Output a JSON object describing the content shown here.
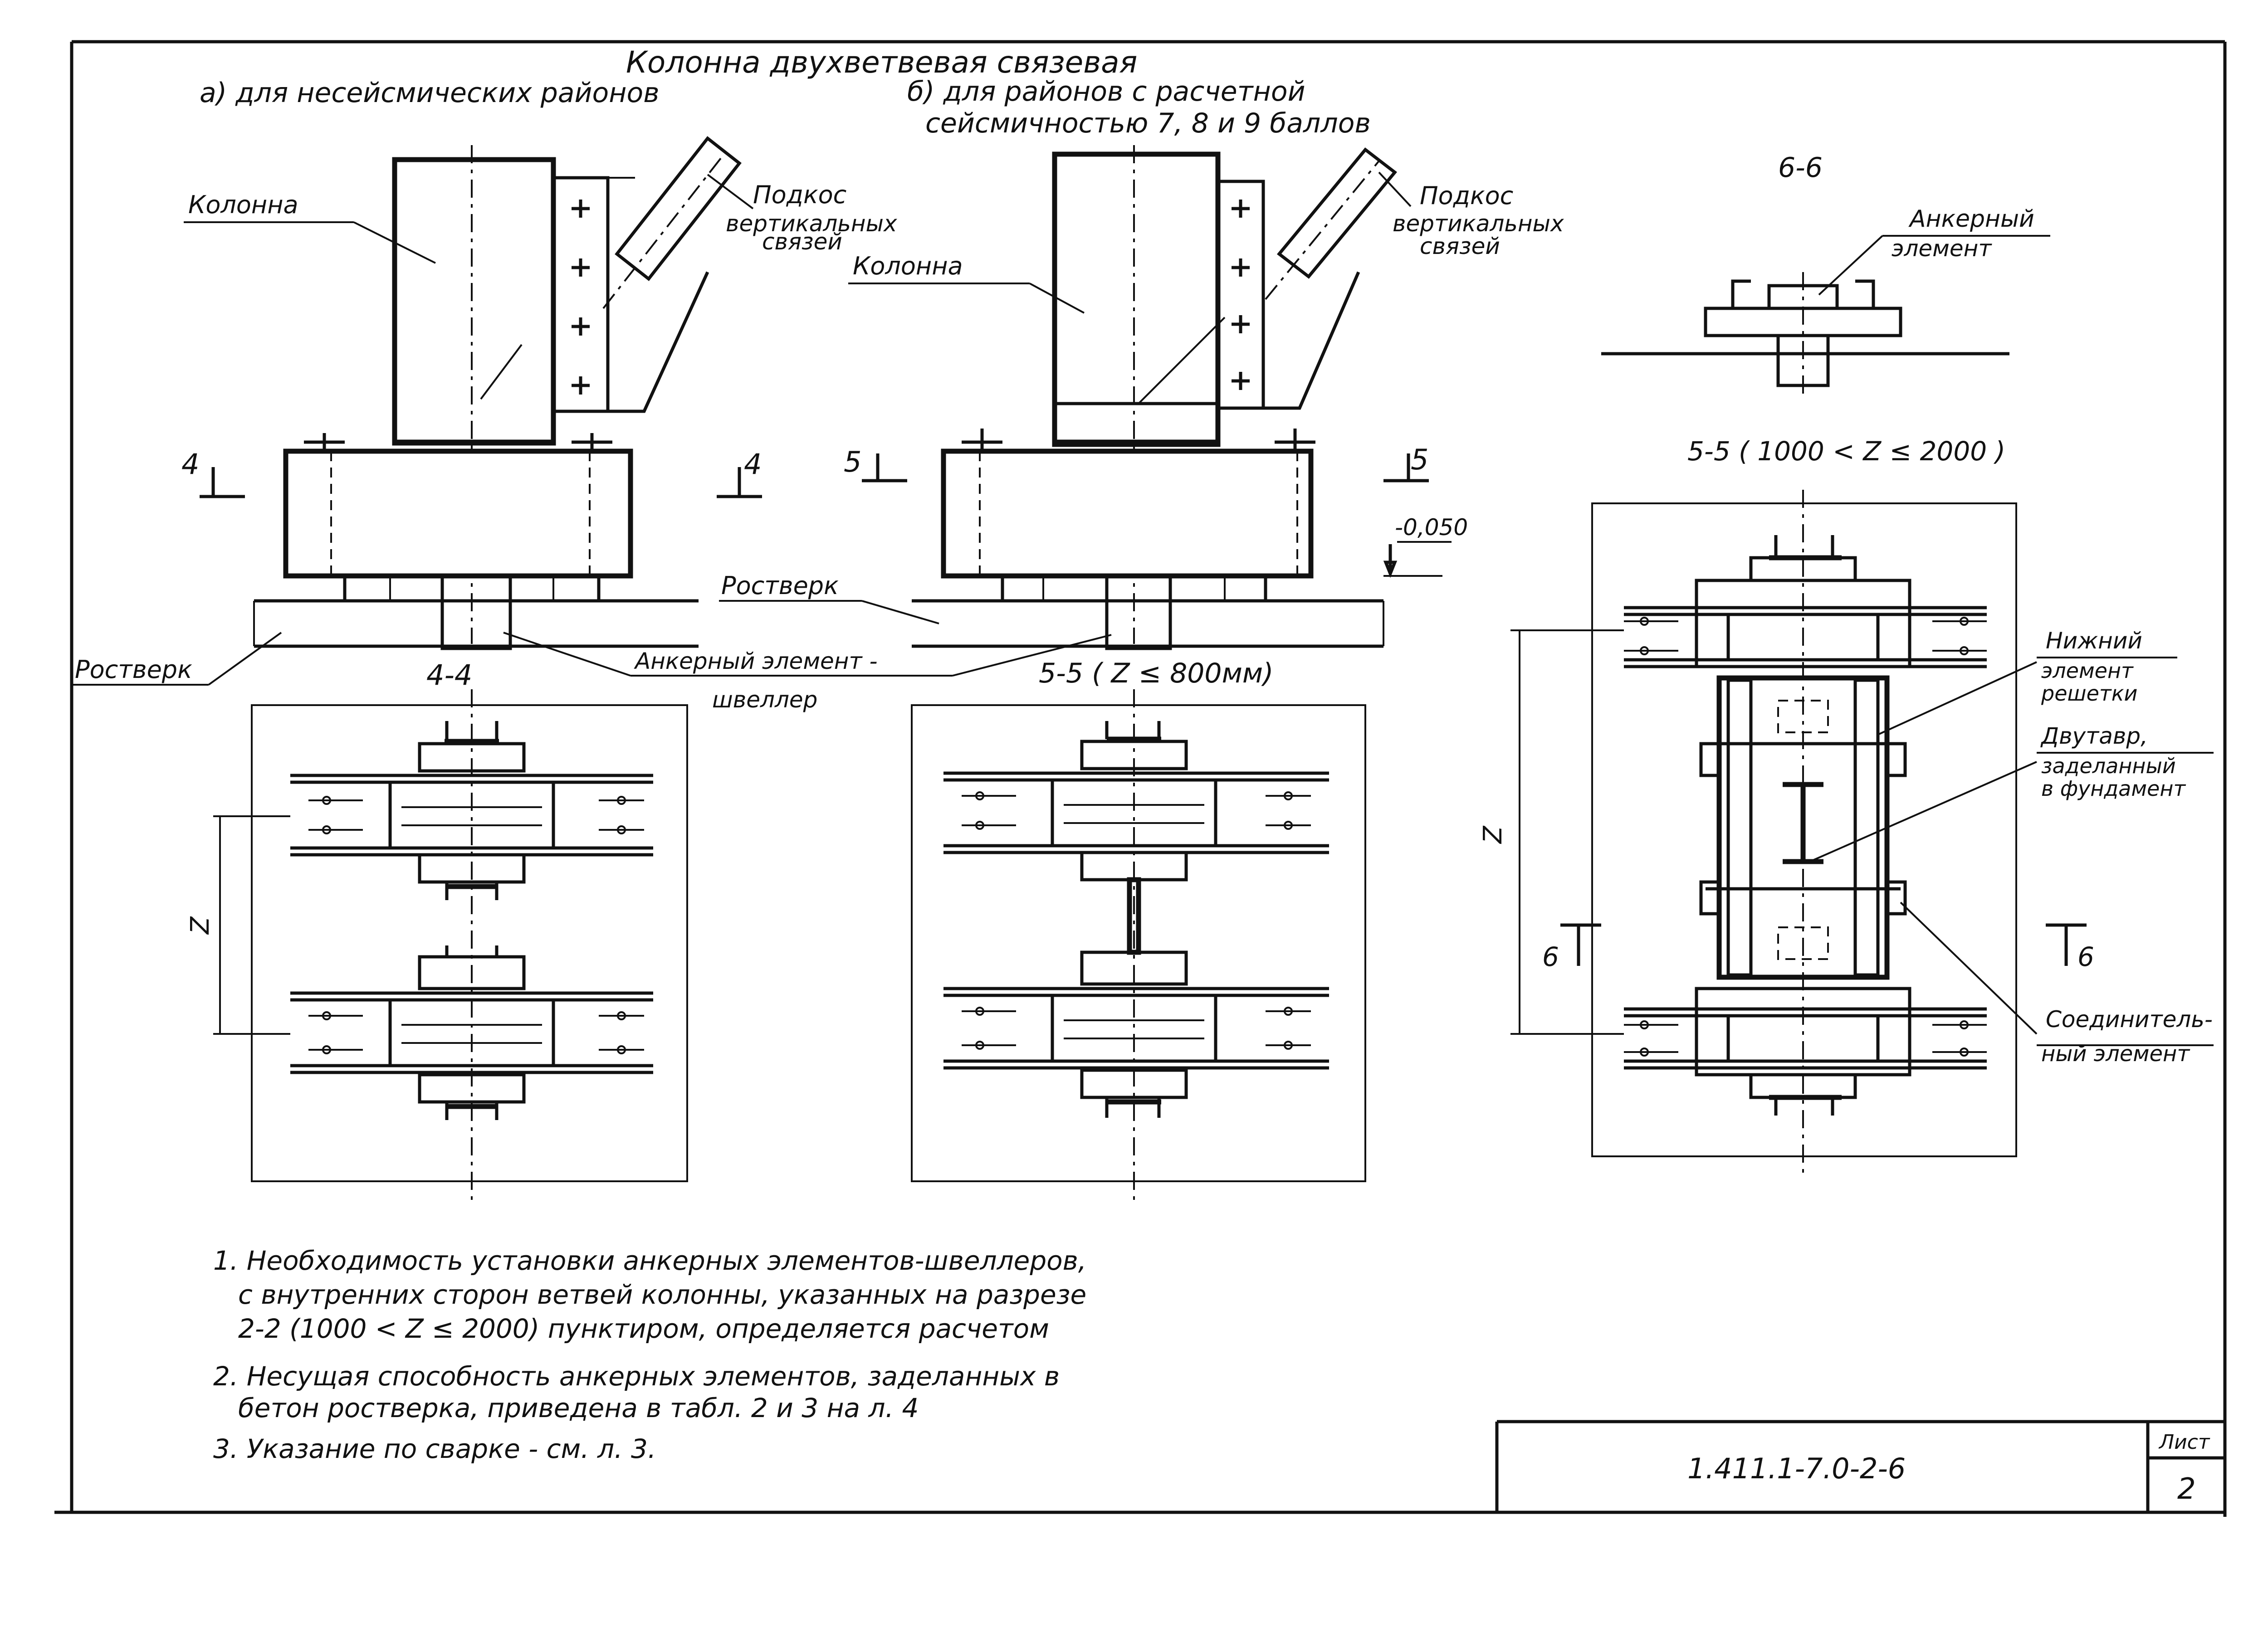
{
  "header": {
    "title": "Колонна двухветвевая связевая",
    "variant_a": "а) для несейсмических районов",
    "variant_b_line1": "б) для районов с расчетной",
    "variant_b_line2": "сейсмичностью 7, 8 и 9 баллов"
  },
  "labels": {
    "column": "Колонна",
    "brace": "Подкос",
    "brace_sub1": "вертикальных",
    "brace_sub2": "связей",
    "column_b": "Колонна",
    "brace_b": "Подкос",
    "brace_b_sub1": "вертикальных",
    "brace_b_sub2": "связей",
    "grillage_a": "Ростверк",
    "grillage_b": "Ростверк",
    "anchor_line1": "Анкерный элемент -",
    "anchor_line2": "швеллер",
    "elevation": "-0,050",
    "anchor_element_line1": "Анкерный",
    "anchor_element_line2": "элемент",
    "lower_lattice_line1": "Нижний",
    "lower_lattice_line2": "элемент",
    "lower_lattice_line3": "решетки",
    "ibeam_line1": "Двутавр,",
    "ibeam_line2": "заделанный",
    "ibeam_line3": "в фундамент",
    "connector_line1": "Соединитель-",
    "connector_line2": "ный элемент"
  },
  "sections": {
    "cut_4": "4",
    "cut_5": "5",
    "cut_6": "6",
    "section_4_4": "4-4",
    "section_5_5_small": "5-5 ( Z ≤ 800мм)",
    "section_5_5_large": "5-5 ( 1000 < Z ≤ 2000 )",
    "section_6_6": "6-6",
    "dim_z": "Z"
  },
  "notes": [
    "1. Необходимость установки анкерных элементов-швеллеров,",
    "с внутренних сторон ветвей колонны, указанных на разрезе",
    "2-2 (1000 < Z ≤ 2000) пунктиром, определяется расчетом",
    "2. Несущая способность анкерных элементов, заделанных в",
    "бетон ростверка, приведена в табл. 2 и 3 на л. 4",
    "3. Указание по сварке - см. л. 3."
  ],
  "title_block": {
    "code": "1.411.1-7.0-2-6",
    "sheet_label": "Лист",
    "sheet_number": "2"
  }
}
